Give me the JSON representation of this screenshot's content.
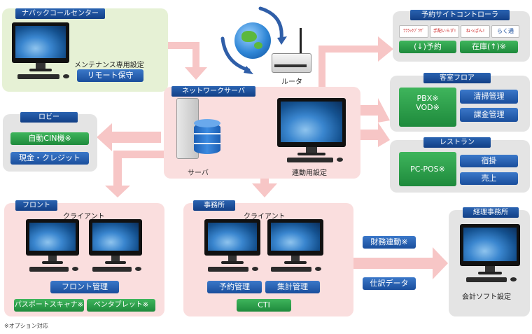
{
  "nabak": {
    "header": "ナバックコールセンター",
    "caption": "メンテナンス専用設定",
    "button": "リモート保守"
  },
  "router": {
    "label": "ルータ"
  },
  "yoyaku": {
    "header": "予約サイトコントローラ",
    "logos": [
      "ﾗﾗﾗｯｸﾌﾟﾗｻﾞ",
      "手配いらず!",
      "ねっぱん!",
      "らく通"
    ],
    "btn_reserve": "(↓)予約",
    "btn_stock": "在庫(↑)※"
  },
  "network": {
    "header": "ネットワークサーバ",
    "server_label": "サーバ",
    "link_label": "連動用設定"
  },
  "lobby": {
    "header": "ロビー",
    "btn_checkin": "自動CIN機※",
    "btn_payment": "現金・クレジット"
  },
  "room": {
    "header": "客室フロア",
    "pbx": "PBX※",
    "vod": "VOD※",
    "btn_cleaning": "清掃管理",
    "btn_billing": "課金管理"
  },
  "restaurant": {
    "header": "レストラン",
    "pos": "PC-POS※",
    "btn_lodging": "宿掛",
    "btn_sales": "売上"
  },
  "front": {
    "header": "フロント",
    "client": "クライアント",
    "btn_manage": "フロント管理",
    "btn_passport": "パスポートスキャナ※",
    "btn_pentablet": "ペンタブレット※"
  },
  "office": {
    "header": "事務所",
    "client": "クライアント",
    "btn_reserve": "予約管理",
    "btn_aggregate": "集計管理",
    "btn_cti": "CTI"
  },
  "accounting": {
    "header": "経理事務所",
    "label": "会計ソフト設定"
  },
  "links": {
    "finance": "財務連動※",
    "journal": "仕訳データ"
  },
  "footnote": "※オプション対応",
  "colors": {
    "header_blue": "#1a4e9c",
    "button_green": "#2a9a48",
    "arrow_pink": "#f7c6c6",
    "arrow_blue": "#1a4e9c",
    "globe_blue": "#2f86d6"
  }
}
